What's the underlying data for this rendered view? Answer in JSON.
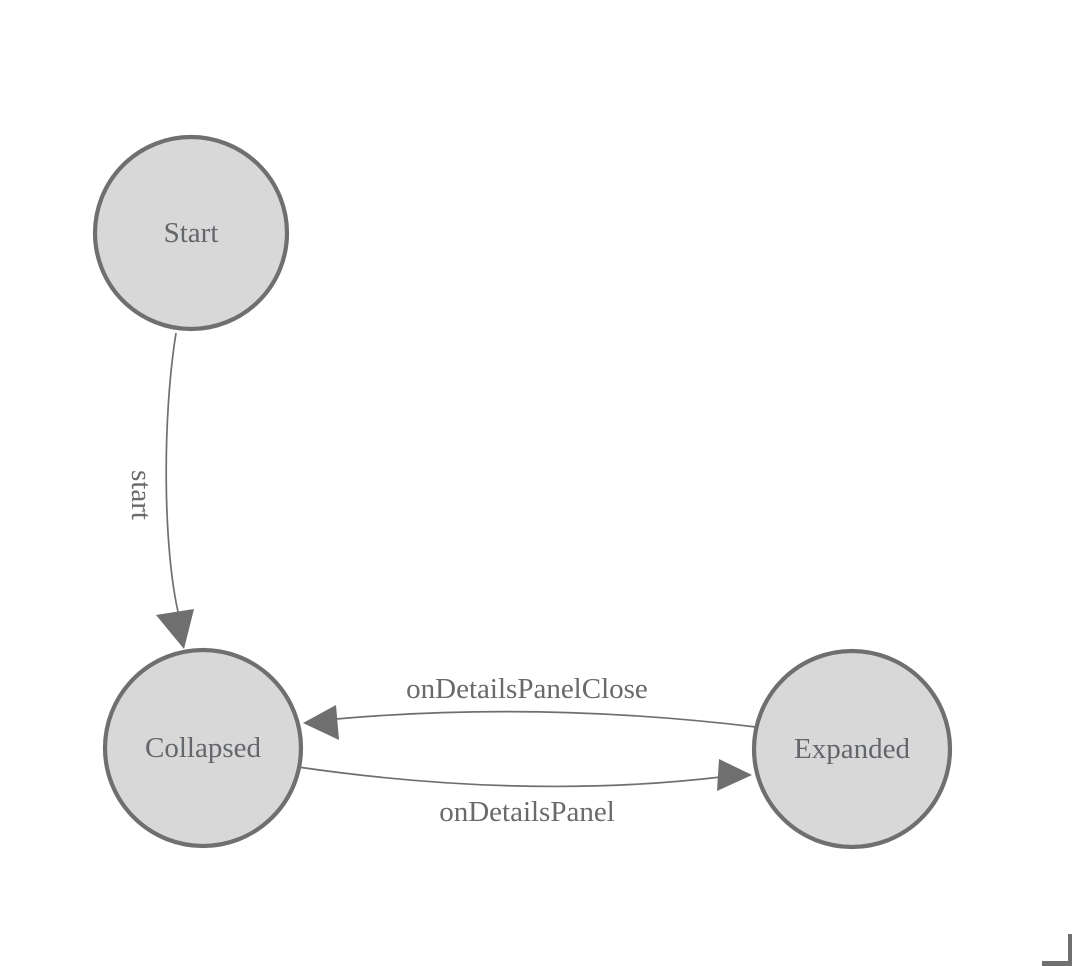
{
  "diagram": {
    "type": "state-machine",
    "nodes": [
      {
        "id": "start",
        "label": "Start",
        "shape": "circle"
      },
      {
        "id": "collapsed",
        "label": "Collapsed",
        "shape": "circle"
      },
      {
        "id": "expanded",
        "label": "Expanded",
        "shape": "circle"
      }
    ],
    "edges": [
      {
        "from": "start",
        "to": "collapsed",
        "label": "start"
      },
      {
        "from": "expanded",
        "to": "collapsed",
        "label": "onDetailsPanelClose"
      },
      {
        "from": "collapsed",
        "to": "expanded",
        "label": "onDetailsPanel"
      }
    ],
    "icons": [
      {
        "name": "canvas-corner-bracket"
      }
    ],
    "colors": {
      "background": "#ffffff",
      "node_fill": "#d8d8d8",
      "node_stroke": "#6f6f6f",
      "edge_stroke": "#6f6f6f",
      "arrow_fill": "#6f6f6f",
      "node_text": "#63676b",
      "edge_text": "#6a6a6a",
      "corner_bracket": "#707070"
    }
  }
}
